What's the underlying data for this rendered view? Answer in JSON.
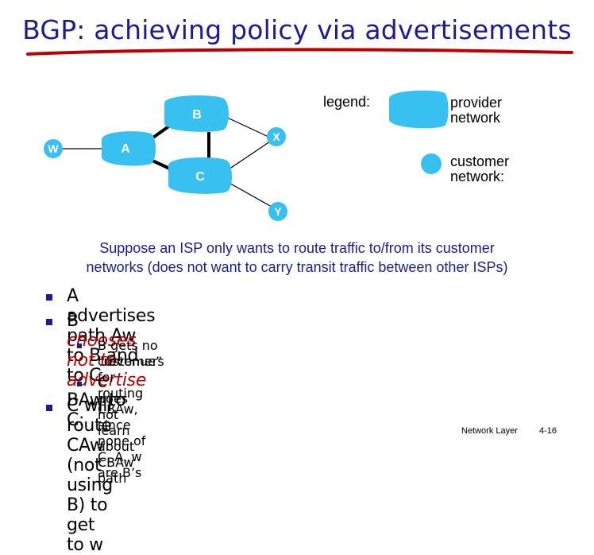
{
  "title": "BGP: achieving policy via advertisements",
  "diagram": {
    "nodes": {
      "w": "W",
      "a": "A",
      "b": "B",
      "c": "C",
      "x": "X",
      "y": "Y"
    },
    "legend": {
      "label": "legend:",
      "provider": [
        "provider",
        "network"
      ],
      "customer": [
        "customer",
        "network:"
      ]
    },
    "colors": {
      "network": "#38c0f0",
      "title": "#1d1d8f",
      "underline": "#c00000",
      "highlight": "#c00000"
    }
  },
  "intro": [
    "Suppose an ISP only wants to route traffic to/from its customer",
    "networks (does not want to carry transit traffic between other ISPs)"
  ],
  "bullets": {
    "b1": "A advertises path Aw to B and to C",
    "b2_prefix": "B ",
    "b2_highlight": "chooses not to advertise",
    "b2_suffix": " BAw to C:",
    "sub1_line1": "B gets no “revenue” for routing CBAw, since none of  C, A, w are B’s",
    "sub1_line2": "customers",
    "sub2": "C does not learn about CBAw path",
    "b3": "C will route CAw (not using B) to get to w"
  },
  "footer": {
    "section": "Network Layer",
    "page": "4-16"
  }
}
